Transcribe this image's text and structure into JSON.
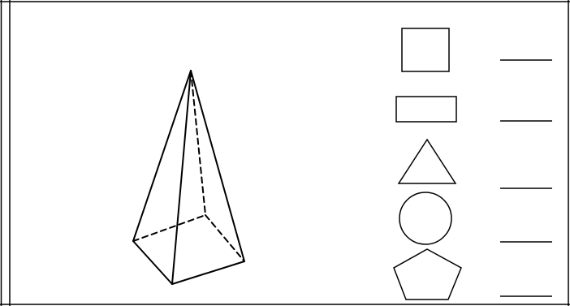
{
  "figure": {
    "solid": "square-pyramid",
    "faces": [
      "square",
      "rectangle",
      "triangle",
      "circle",
      "pentagon"
    ],
    "answer_blanks": [
      "",
      "",
      "",
      "",
      ""
    ]
  }
}
